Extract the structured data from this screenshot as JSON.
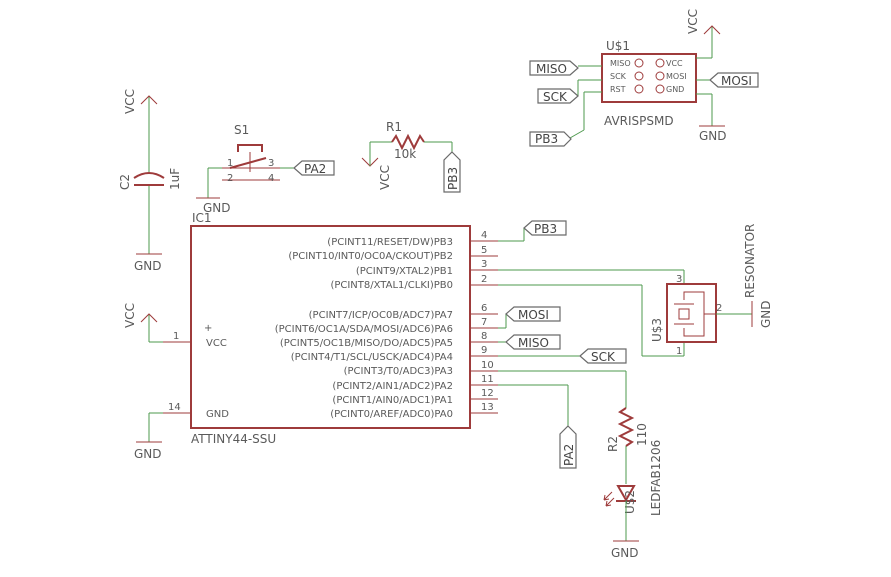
{
  "components": {
    "ic1": {
      "ref": "IC1",
      "value": "ATTINY44-SSU",
      "pins_right": [
        {
          "name": "(PCINT11/RESET/DW)PB3",
          "num": "4"
        },
        {
          "name": "(PCINT10/INT0/OC0A/CKOUT)PB2",
          "num": "5"
        },
        {
          "name": "(PCINT9/XTAL2)PB1",
          "num": "3"
        },
        {
          "name": "(PCINT8/XTAL1/CLKI)PB0",
          "num": "2"
        },
        {
          "name": "(PCINT7/ICP/OC0B/ADC7)PA7",
          "num": "6"
        },
        {
          "name": "(PCINT6/OC1A/SDA/MOSI/ADC6)PA6",
          "num": "7"
        },
        {
          "name": "(PCINT5/OC1B/MISO/DO/ADC5)PA5",
          "num": "8"
        },
        {
          "name": "(PCINT4/T1/SCL/USCK/ADC4)PA4",
          "num": "9"
        },
        {
          "name": "(PCINT3/T0/ADC3)PA3",
          "num": "10"
        },
        {
          "name": "(PCINT2/AIN1/ADC2)PA2",
          "num": "11"
        },
        {
          "name": "(PCINT1/AIN0/ADC1)PA1",
          "num": "12"
        },
        {
          "name": "(PCINT0/AREF/ADC0)PA0",
          "num": "13"
        }
      ],
      "pin_vcc": {
        "name": "VCC",
        "num": "1",
        "plus": "+"
      },
      "pin_gnd": {
        "name": "GND",
        "num": "14"
      }
    },
    "u1": {
      "ref": "U$1",
      "value": "AVRISPSMD",
      "pins": [
        "MISO",
        "VCC",
        "SCK",
        "MOSI",
        "RST",
        "GND"
      ]
    },
    "s1": {
      "ref": "S1",
      "pins": [
        "1",
        "2",
        "3",
        "4"
      ]
    },
    "r1": {
      "ref": "R1",
      "value": "10k"
    },
    "c2": {
      "ref": "C2",
      "value": "1uF"
    },
    "u3": {
      "ref": "U$3",
      "value": "RESONATOR",
      "pins": [
        "1",
        "2",
        "3"
      ]
    },
    "r2": {
      "ref": "R2",
      "value": "110"
    },
    "u2": {
      "ref": "U$2",
      "value": "LEDFAB1206"
    }
  },
  "supplies": {
    "vcc": "VCC",
    "gnd": "GND"
  },
  "net_labels": {
    "miso": "MISO",
    "mosi": "MOSI",
    "sck": "SCK",
    "pb3": "PB3",
    "pa2": "PA2"
  }
}
